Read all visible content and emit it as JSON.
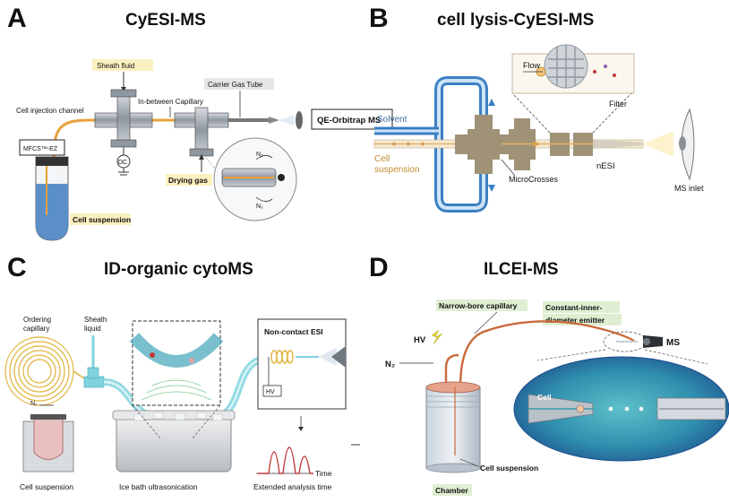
{
  "colors": {
    "yellow_label": "#fbf0bf",
    "green_label": "#dfeed2",
    "steel": "#9ea5ad",
    "dark_steel": "#5f6770",
    "tube_orange": "#e8a23c",
    "blue_tube": "#3b7fc4",
    "light_blue": "#a8cdee",
    "tan_cross": "#9f9277",
    "cyan_tube": "#7fd3de",
    "red_trace": "#c23a3a",
    "gold_coil": "#e0b23a",
    "copper": "#c86a3a",
    "ellipse_teal": "#3a9aa8"
  },
  "panel_a": {
    "letter": "A",
    "title": "CyESI-MS",
    "labels": {
      "sheath_fluid": "Sheath fluid",
      "carrier_gas_tube": "Carrier Gas Tube",
      "in_between_capillary": "In-between Capillary",
      "cell_injection_channel": "Cell injection channel",
      "mfcs": "MFCS™-EZ",
      "qe_orbitrap": "QE-Orbitrap MS",
      "dc": "DC",
      "n2_top": "N₂",
      "n2_bottom": "N₂",
      "drying_gas": "Drying gas",
      "cell_suspension": "Cell suspension"
    }
  },
  "panel_b": {
    "letter": "B",
    "title": "cell lysis-CyESI-MS",
    "labels": {
      "flow": "Flow",
      "filter": "Filter",
      "solvent": "Solvent",
      "cell": "Cell",
      "suspension": "suspension",
      "microcrosses": "MicroCrosses",
      "nesi": "nESI",
      "ms_inlet": "MS inlet"
    }
  },
  "panel_c": {
    "letter": "C",
    "title": "ID-organic cytoMS",
    "labels": {
      "ordering": "Ordering",
      "capillary": "capillary",
      "sheath": "Sheath",
      "liquid": "liquid",
      "non_contact_esi": "Non-contact ESI",
      "hv": "HV",
      "n2": "N₂",
      "cell_suspension": "Cell suspension",
      "ice_bath": "Ice bath ultrasonication",
      "time": "Time",
      "extended": "Extended analysis time"
    }
  },
  "panel_d": {
    "letter": "D",
    "title": "ILCEI-MS",
    "labels": {
      "narrow_bore": "Narrow-bore capillary",
      "constant_inner_1": "Constant-inner-",
      "constant_inner_2": "diameter emitter",
      "hv": "HV",
      "n2": "N₂",
      "ms": "MS",
      "cell": "Cell",
      "cell_suspension": "Cell suspension",
      "chamber": "Chamber"
    }
  }
}
